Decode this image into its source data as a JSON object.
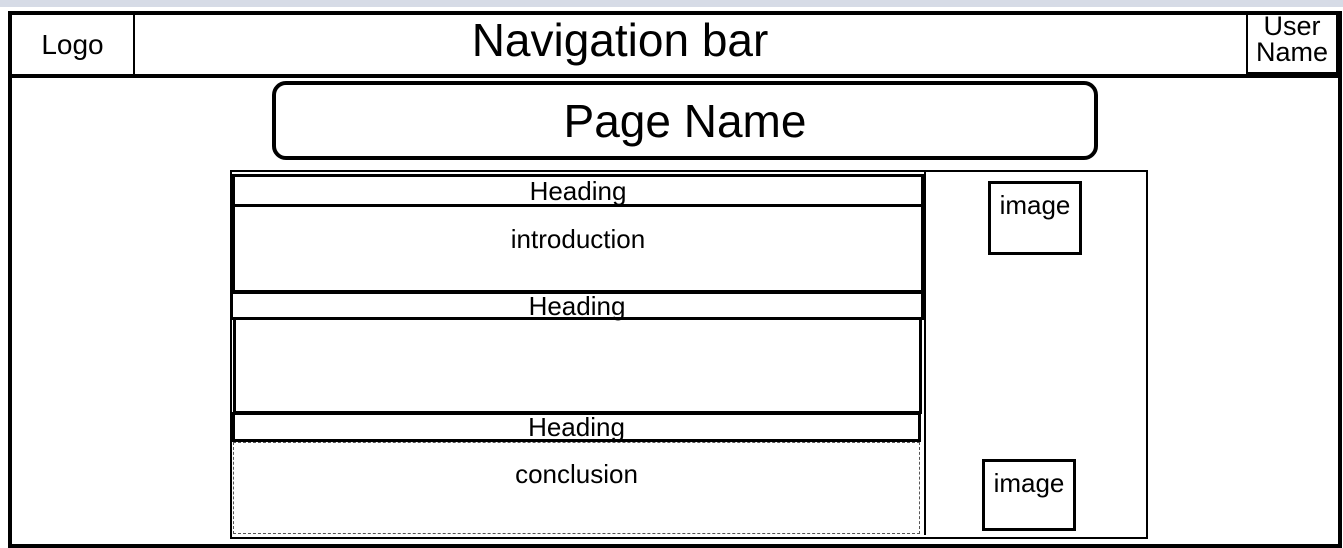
{
  "nav": {
    "logo": "Logo",
    "title": "Navigation bar",
    "user_line1": "User",
    "user_line2": "Name"
  },
  "page_name": "Page Name",
  "sections": [
    {
      "heading": "Heading",
      "body": "introduction"
    },
    {
      "heading": "Heading",
      "body": ""
    },
    {
      "heading": "Heading",
      "body": "conclusion"
    }
  ],
  "images": [
    "image",
    "image"
  ]
}
